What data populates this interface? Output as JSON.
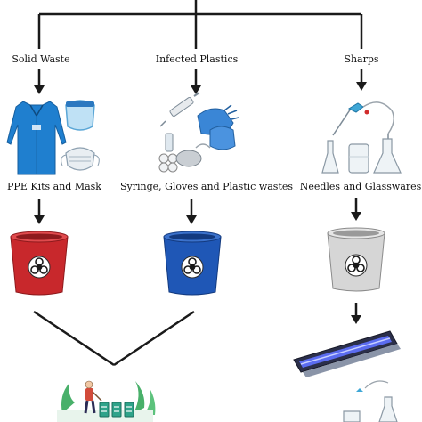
{
  "colors": {
    "line": "#1a1a1a",
    "red_bin": "#c8282c",
    "blue_bin": "#1f57b6",
    "gray_bin": "#d6d6d6",
    "gown": "#1f7fcf",
    "glove": "#3a86d6",
    "uv_lamp": "#3b4fd0",
    "grass": "#49b06a"
  },
  "categories": {
    "solid": {
      "label": "Solid Waste"
    },
    "infected": {
      "label": "Infected Plastics"
    },
    "sharps": {
      "label": "Sharps"
    }
  },
  "items": {
    "ppe": {
      "label": "PPE Kits and Mask"
    },
    "plastics": {
      "label": "Syringe, Gloves and Plastic wastes"
    },
    "needles": {
      "label": "Needles and Glasswares"
    }
  },
  "icons": {
    "biohazard": "biohazard-icon",
    "gown": "ppe-gown-icon",
    "face_shield": "face-shield-icon",
    "mask": "face-mask-icon",
    "syringe": "syringe-icon",
    "gloves": "gloves-icon",
    "flasks": "glass-flasks-icon",
    "uv_lamp": "uv-lamp-icon",
    "disposal": "landfill-incineration-icon"
  }
}
